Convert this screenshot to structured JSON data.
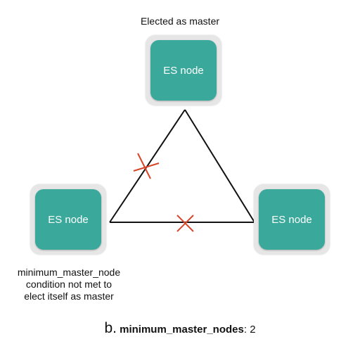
{
  "top_label": "Elected as master",
  "nodes": [
    {
      "label": "ES node"
    },
    {
      "label": "ES node"
    },
    {
      "label": "ES node"
    }
  ],
  "left_note": {
    "line1": "minimum_master_node",
    "line2": "condition not met to",
    "line3": "elect itself as master"
  },
  "caption": {
    "letter": "b.",
    "key": "minimum_master_nodes",
    "value": ": 2"
  },
  "colors": {
    "node_fill": "#3aa99c",
    "node_frame": "#e6e6e6",
    "edge": "#111111",
    "cut_mark": "#d9452a"
  }
}
